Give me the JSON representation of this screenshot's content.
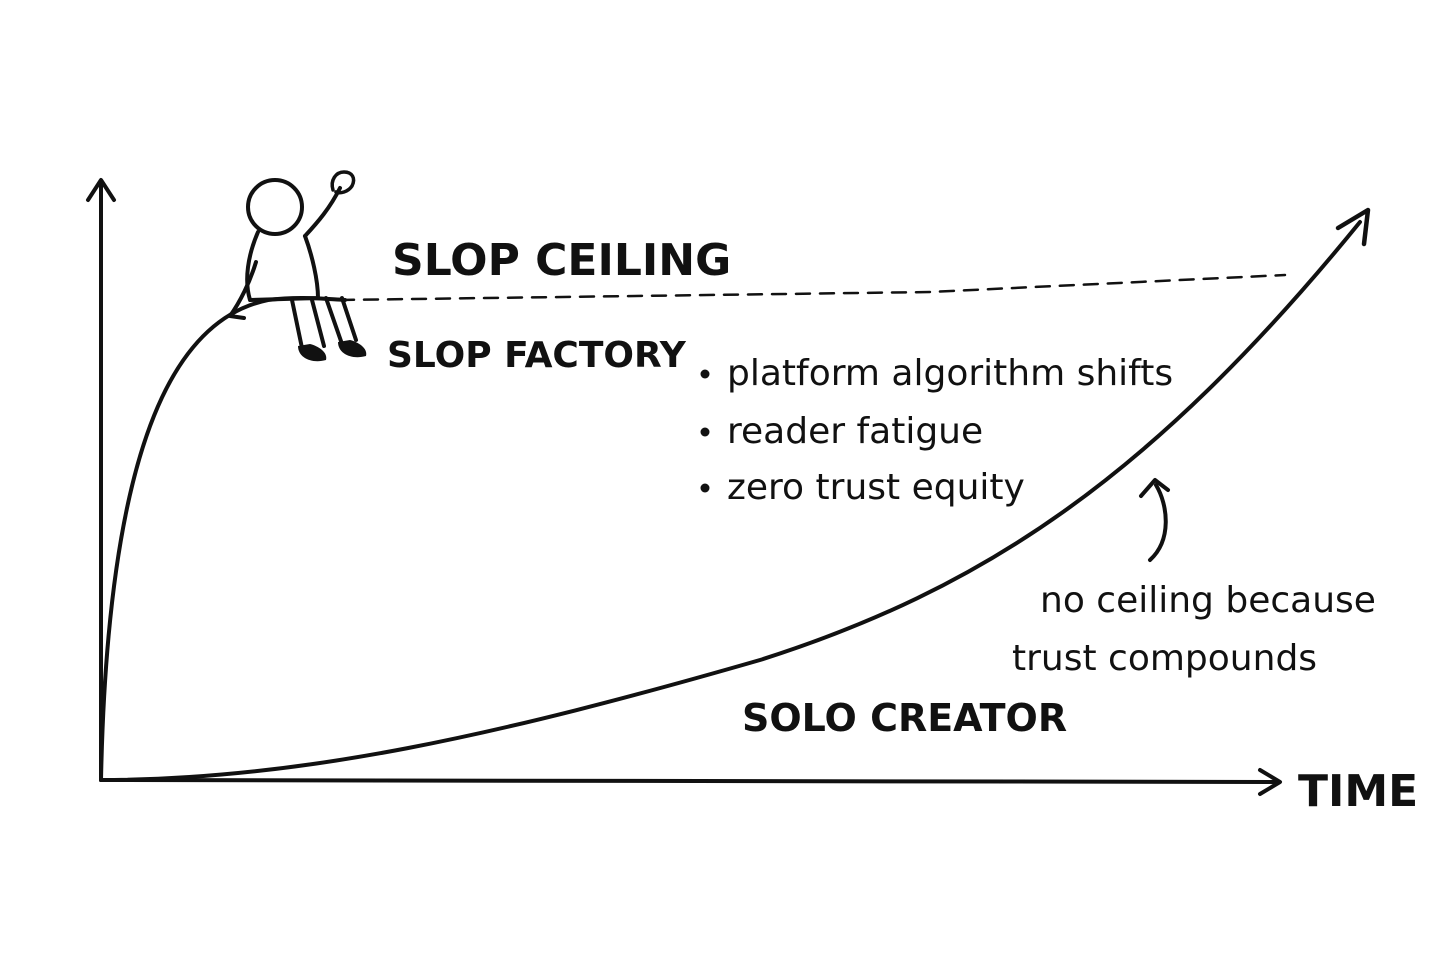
{
  "labels": {
    "slop_ceiling": "SLOP CEILING",
    "slop_factory": "SLOP FACTORY",
    "solo_creator": "SOLO CREATOR",
    "x_axis": "TIME"
  },
  "bullets": [
    "platform algorithm shifts",
    "reader fatigue",
    "zero trust equity"
  ],
  "annotation": {
    "line1": "no ceiling because",
    "line2": "trust compounds"
  },
  "icons": {
    "figure": "waving-person-icon",
    "annotation_arrow": "curved-arrow-icon"
  },
  "colors": {
    "ink": "#111111",
    "background": "#ffffff"
  }
}
